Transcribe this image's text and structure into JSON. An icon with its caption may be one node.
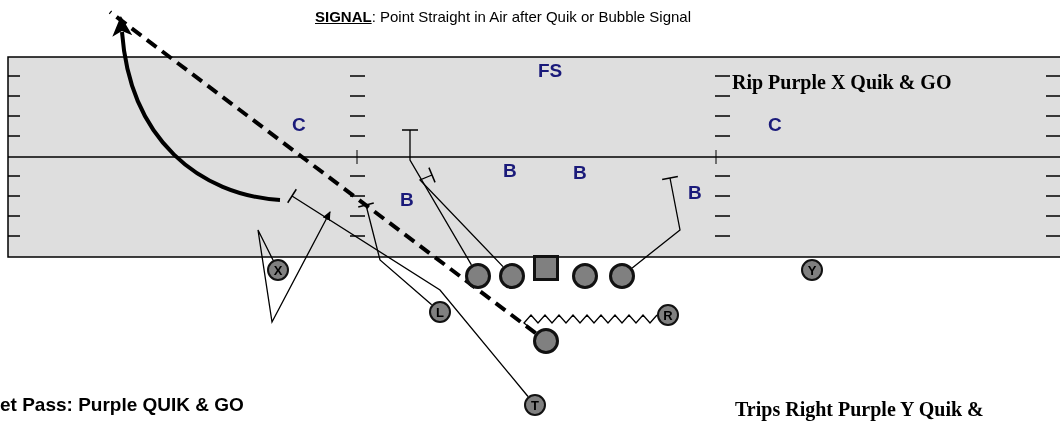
{
  "diagram": {
    "title": "**SIGNAL**: Point Straight in Air after Quik or Bubble Signal",
    "nodes": [
      {
        "text": [
          "X"
        ]
      },
      {
        "text": [],
        "shape": "circle"
      },
      {
        "text": [],
        "shape": "circle"
      },
      {
        "text": [],
        "shape": "box"
      },
      {
        "text": [],
        "shape": "circle"
      },
      {
        "text": [],
        "shape": "circle"
      },
      {
        "text": [
          "Y"
        ]
      },
      {
        "text": [
          "L"
        ]
      },
      {
        "text": [
          "R"
        ]
      },
      {
        "text": [],
        "shape": "circle"
      },
      {
        "text": [
          "T"
        ]
      }
    ],
    "edges": [
      {
        "from": 0,
        "to": null,
        "arrow": "to"
      },
      {
        "from": 10,
        "to": null,
        "arrow": "other"
      },
      {
        "from": 7,
        "to": null,
        "arrow": "other"
      },
      {
        "from": 1,
        "to": null,
        "arrow": "other"
      },
      {
        "from": 2,
        "to": null,
        "arrow": "other"
      },
      {
        "from": 5,
        "to": null,
        "arrow": "other"
      },
      {
        "from": 8,
        "to": 9,
        "arrow": "none"
      },
      {
        "from": 9,
        "to": null,
        "arrow": "none",
        "style": "dashed"
      }
    ],
    "labels": [
      "FS",
      "Rip Purple X Quik & GO",
      "C",
      "C",
      "B",
      "B",
      "B",
      "B",
      "et Pass: Purple QUIK & GO",
      "Trips Right Purple Y Quik &"
    ]
  }
}
